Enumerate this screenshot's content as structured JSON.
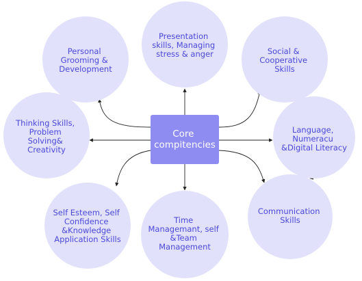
{
  "center": {
    "lines": [
      "Core",
      "compitencies"
    ]
  },
  "nodes": [
    {
      "id": "personal-grooming",
      "lines": [
        "Personal",
        "Grooming &",
        "Development"
      ]
    },
    {
      "id": "presentation-skills",
      "lines": [
        "Presentation",
        "skills, Managing",
        "stress & anger"
      ]
    },
    {
      "id": "social-skills",
      "lines": [
        "Social  &",
        "Cooperative",
        "Skills"
      ]
    },
    {
      "id": "thinking-skills",
      "lines": [
        "Thinking Skills,",
        "Problem",
        "Solving&",
        "Creativity"
      ]
    },
    {
      "id": "language-literacy",
      "lines": [
        "Language,",
        "Numeracu",
        "&Digital Literacy"
      ]
    },
    {
      "id": "communication-skills",
      "lines": [
        "Communication",
        "Skills"
      ]
    },
    {
      "id": "time-management",
      "lines": [
        "Time",
        "Managemant, self",
        "&Team",
        "Management"
      ]
    },
    {
      "id": "self-esteem",
      "lines": [
        "Self Esteem, Self",
        "Confidence",
        "&Knowledge",
        "Application Skills"
      ]
    }
  ],
  "colors": {
    "node_fill": "#e2e1fb",
    "node_text": "#4b48d8",
    "core_fill": "#8e8bf1",
    "core_text": "#ffffff",
    "edge": "#222222"
  }
}
